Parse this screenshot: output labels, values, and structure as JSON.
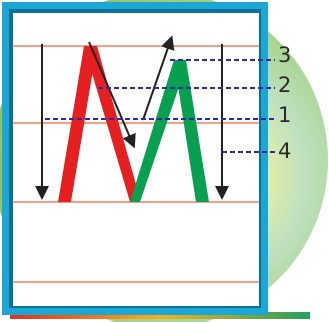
{
  "colors": {
    "frame": "#1aa7d6",
    "frame_dark": "#0e6f98",
    "rule": "#f08060",
    "stroke_red": "#e62020",
    "stroke_green": "#08a050",
    "guide": "#2a2aa8",
    "arrow": "#222222",
    "disc_green": "#9ecf7a",
    "disc_yellow": "#fff04a"
  },
  "icons": {
    "down_arrow": "down-arrow-icon",
    "up_arrow": "up-arrow-icon",
    "disc": "disc-graphic"
  },
  "labels": {
    "line_1": "1",
    "line_2": "2",
    "line_3": "3",
    "line_4": "4"
  }
}
